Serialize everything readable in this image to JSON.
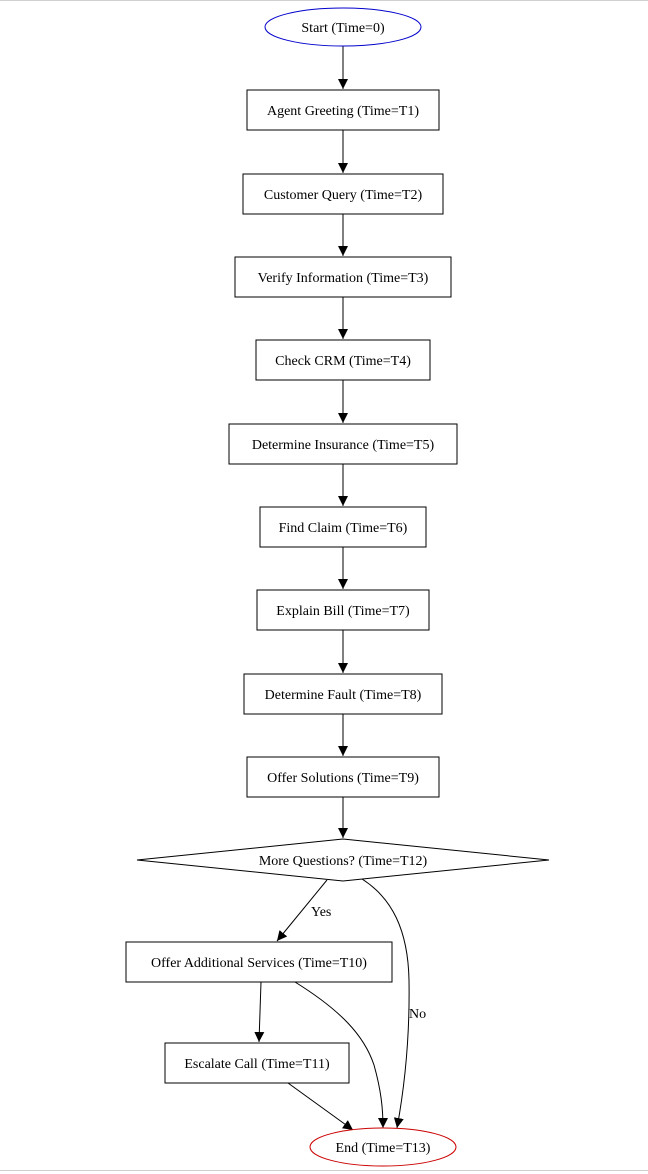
{
  "diagram": {
    "type": "flowchart",
    "nodes": [
      {
        "id": "start",
        "label": "Start (Time=0)",
        "shape": "ellipse",
        "stroke": "#0000cc"
      },
      {
        "id": "greeting",
        "label": "Agent Greeting (Time=T1)",
        "shape": "box"
      },
      {
        "id": "query",
        "label": "Customer Query (Time=T2)",
        "shape": "box"
      },
      {
        "id": "verify",
        "label": "Verify Information (Time=T3)",
        "shape": "box"
      },
      {
        "id": "crm",
        "label": "Check CRM (Time=T4)",
        "shape": "box"
      },
      {
        "id": "insurance",
        "label": "Determine Insurance (Time=T5)",
        "shape": "box"
      },
      {
        "id": "claim",
        "label": "Find Claim (Time=T6)",
        "shape": "box"
      },
      {
        "id": "bill",
        "label": "Explain Bill (Time=T7)",
        "shape": "box"
      },
      {
        "id": "fault",
        "label": "Determine Fault (Time=T8)",
        "shape": "box"
      },
      {
        "id": "solutions",
        "label": "Offer Solutions (Time=T9)",
        "shape": "box"
      },
      {
        "id": "questions",
        "label": "More Questions? (Time=T12)",
        "shape": "diamond"
      },
      {
        "id": "additional",
        "label": "Offer Additional Services (Time=T10)",
        "shape": "box"
      },
      {
        "id": "escalate",
        "label": "Escalate Call (Time=T11)",
        "shape": "box"
      },
      {
        "id": "end",
        "label": "End (Time=T13)",
        "shape": "ellipse",
        "stroke": "#cc0000"
      }
    ],
    "edges": [
      {
        "from": "start",
        "to": "greeting",
        "label": ""
      },
      {
        "from": "greeting",
        "to": "query",
        "label": ""
      },
      {
        "from": "query",
        "to": "verify",
        "label": ""
      },
      {
        "from": "verify",
        "to": "crm",
        "label": ""
      },
      {
        "from": "crm",
        "to": "insurance",
        "label": ""
      },
      {
        "from": "insurance",
        "to": "claim",
        "label": ""
      },
      {
        "from": "claim",
        "to": "bill",
        "label": ""
      },
      {
        "from": "bill",
        "to": "fault",
        "label": ""
      },
      {
        "from": "fault",
        "to": "solutions",
        "label": ""
      },
      {
        "from": "solutions",
        "to": "questions",
        "label": ""
      },
      {
        "from": "questions",
        "to": "additional",
        "label": "Yes"
      },
      {
        "from": "questions",
        "to": "end",
        "label": "No"
      },
      {
        "from": "additional",
        "to": "escalate",
        "label": ""
      },
      {
        "from": "additional",
        "to": "end",
        "label": ""
      },
      {
        "from": "escalate",
        "to": "end",
        "label": ""
      }
    ]
  }
}
